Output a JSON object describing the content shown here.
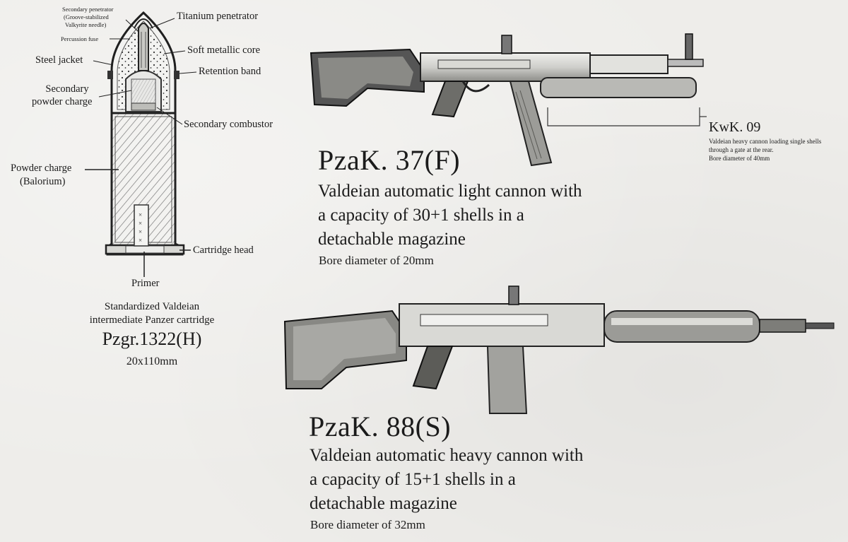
{
  "cartridge": {
    "labels": {
      "secondary_penetrator": "Secondary penetrator",
      "secondary_penetrator_note1": "(Groove-stabilized",
      "secondary_penetrator_note2": "Valkyrite needle)",
      "percussion_fuse": "Percussion fuse",
      "titanium_penetrator": "Titanium penetrator",
      "soft_metallic_core": "Soft metallic core",
      "steel_jacket": "Steel jacket",
      "retention_band": "Retention band",
      "secondary_powder_charge_1": "Secondary",
      "secondary_powder_charge_2": "powder charge",
      "secondary_combustor": "Secondary combustor",
      "powder_charge_1": "Powder charge",
      "powder_charge_2": "(Balorium)",
      "cartridge_head": "Cartridge head",
      "primer": "Primer"
    },
    "caption_line1": "Standardized Valdeian",
    "caption_line2": "intermediate Panzer cartridge",
    "name": "Pzgr.1322(H)",
    "size": "20x110mm"
  },
  "weapon_light": {
    "name": "PzaK. 37(F)",
    "desc_line1": "Valdeian automatic light cannon with",
    "desc_line2": "a capacity of 30+1 shells in a",
    "desc_line3": "detachable magazine",
    "bore": "Bore diameter of 20mm"
  },
  "kwk": {
    "name": "KwK. 09",
    "line1": "Valdeian heavy cannon loading single shells",
    "line2": "through a gate at the rear.",
    "line3": "Bore diameter of 40mm"
  },
  "weapon_heavy": {
    "name": "PzaK. 88(S)",
    "desc_line1": "Valdeian automatic heavy cannon with",
    "desc_line2": "a capacity of 15+1 shells in a",
    "desc_line3": "detachable magazine",
    "bore": "Bore diameter of 32mm"
  }
}
